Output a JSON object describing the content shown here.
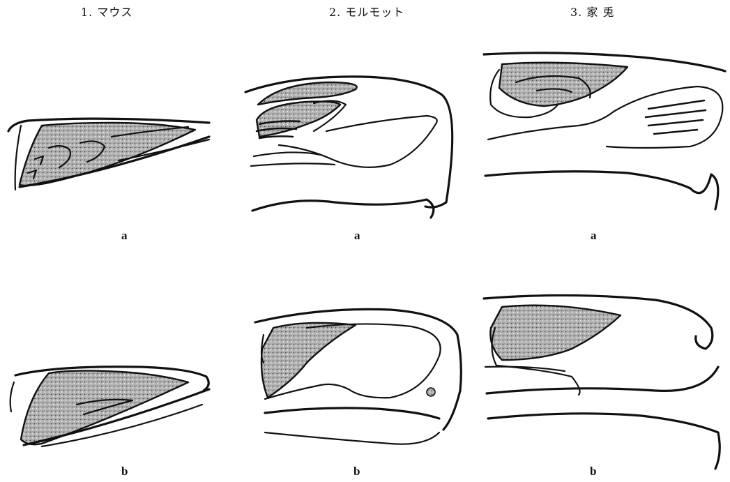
{
  "columns": [
    {
      "title": "1. マウス"
    },
    {
      "title": "2. モルモット"
    },
    {
      "title": "3. 家 兎"
    }
  ],
  "panel_labels": {
    "a": "a",
    "b": "b"
  }
}
